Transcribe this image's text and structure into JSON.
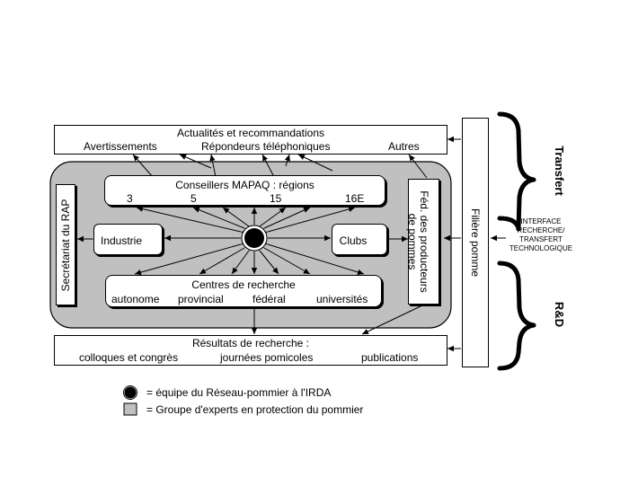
{
  "top_box": {
    "title": "Actualités et recommandations",
    "items": [
      "Avertissements",
      "Répondeurs téléphoniques",
      "Autres"
    ]
  },
  "conseillers": {
    "title": "Conseillers MAPAQ : régions",
    "regions": [
      "3",
      "5",
      "15",
      "16E"
    ]
  },
  "secretariat": "Secrétariat du RAP",
  "federation": "Féd. des producteurs de pommes",
  "industrie": "Industrie",
  "clubs": "Clubs",
  "centres": {
    "title": "Centres de recherche",
    "items": [
      "autonome",
      "provincial",
      "fédéral",
      "universités"
    ]
  },
  "resultats": {
    "title": "Résultats de recherche :",
    "items": [
      "colloques et congrès",
      "journées pomicoles",
      "publications"
    ]
  },
  "filiere": "Filière pomme",
  "interface": [
    "INTERFACE",
    "RECHERCHE/",
    "TRANSFERT",
    "TECHNOLOGIQUE"
  ],
  "transfert": "Transfert",
  "rd": "R&D",
  "legend": {
    "circle": "= équipe du Réseau-pommier à l'IRDA",
    "square": "=  Groupe d'experts en protection du pommier"
  },
  "colors": {
    "group_fill": "#c0c0c0",
    "line": "#000000"
  }
}
